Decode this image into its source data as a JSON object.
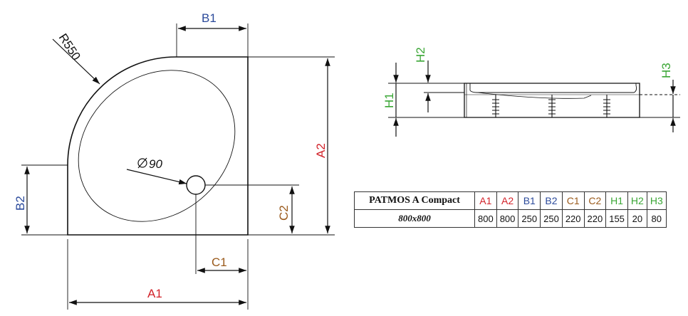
{
  "labels": {
    "radius": "R550",
    "drain": "90",
    "a1": "A1",
    "a2": "A2",
    "b1": "B1",
    "b2": "B2",
    "c1": "C1",
    "c2": "C2",
    "h1": "H1",
    "h2": "H2",
    "h3": "H3"
  },
  "table": {
    "model": "PATMOS A Compact",
    "size": "800x800",
    "columns": [
      {
        "key": "A1",
        "value": "800",
        "color": "#d2232a"
      },
      {
        "key": "A2",
        "value": "800",
        "color": "#d2232a"
      },
      {
        "key": "B1",
        "value": "250",
        "color": "#2b4a9b"
      },
      {
        "key": "B2",
        "value": "250",
        "color": "#2b4a9b"
      },
      {
        "key": "C1",
        "value": "220",
        "color": "#9a5a1c"
      },
      {
        "key": "C2",
        "value": "220",
        "color": "#9a5a1c"
      },
      {
        "key": "H1",
        "value": "155",
        "color": "#3aa635"
      },
      {
        "key": "H2",
        "value": "20",
        "color": "#3aa635"
      },
      {
        "key": "H3",
        "value": "80",
        "color": "#3aa635"
      }
    ]
  },
  "colors": {
    "a": "#d2232a",
    "b": "#2b4a9b",
    "c": "#9a5a1c",
    "h": "#3aa635"
  }
}
